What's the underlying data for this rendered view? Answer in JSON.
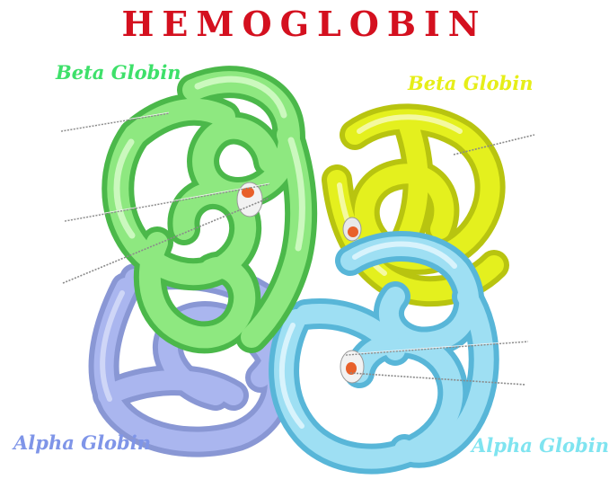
{
  "title": "HEMOGLOBIN",
  "subunits": {
    "beta_left": {
      "label": "Beta Globin",
      "color": "#7ee06a"
    },
    "beta_right": {
      "label": "Beta Globin",
      "color": "#e0f020"
    },
    "alpha_left": {
      "label": "Alpha Globin",
      "color": "#9aa8e2"
    },
    "alpha_right": {
      "label": "Alpha Globin",
      "color": "#8fd8ee"
    }
  },
  "heme_color": "#e8602a"
}
